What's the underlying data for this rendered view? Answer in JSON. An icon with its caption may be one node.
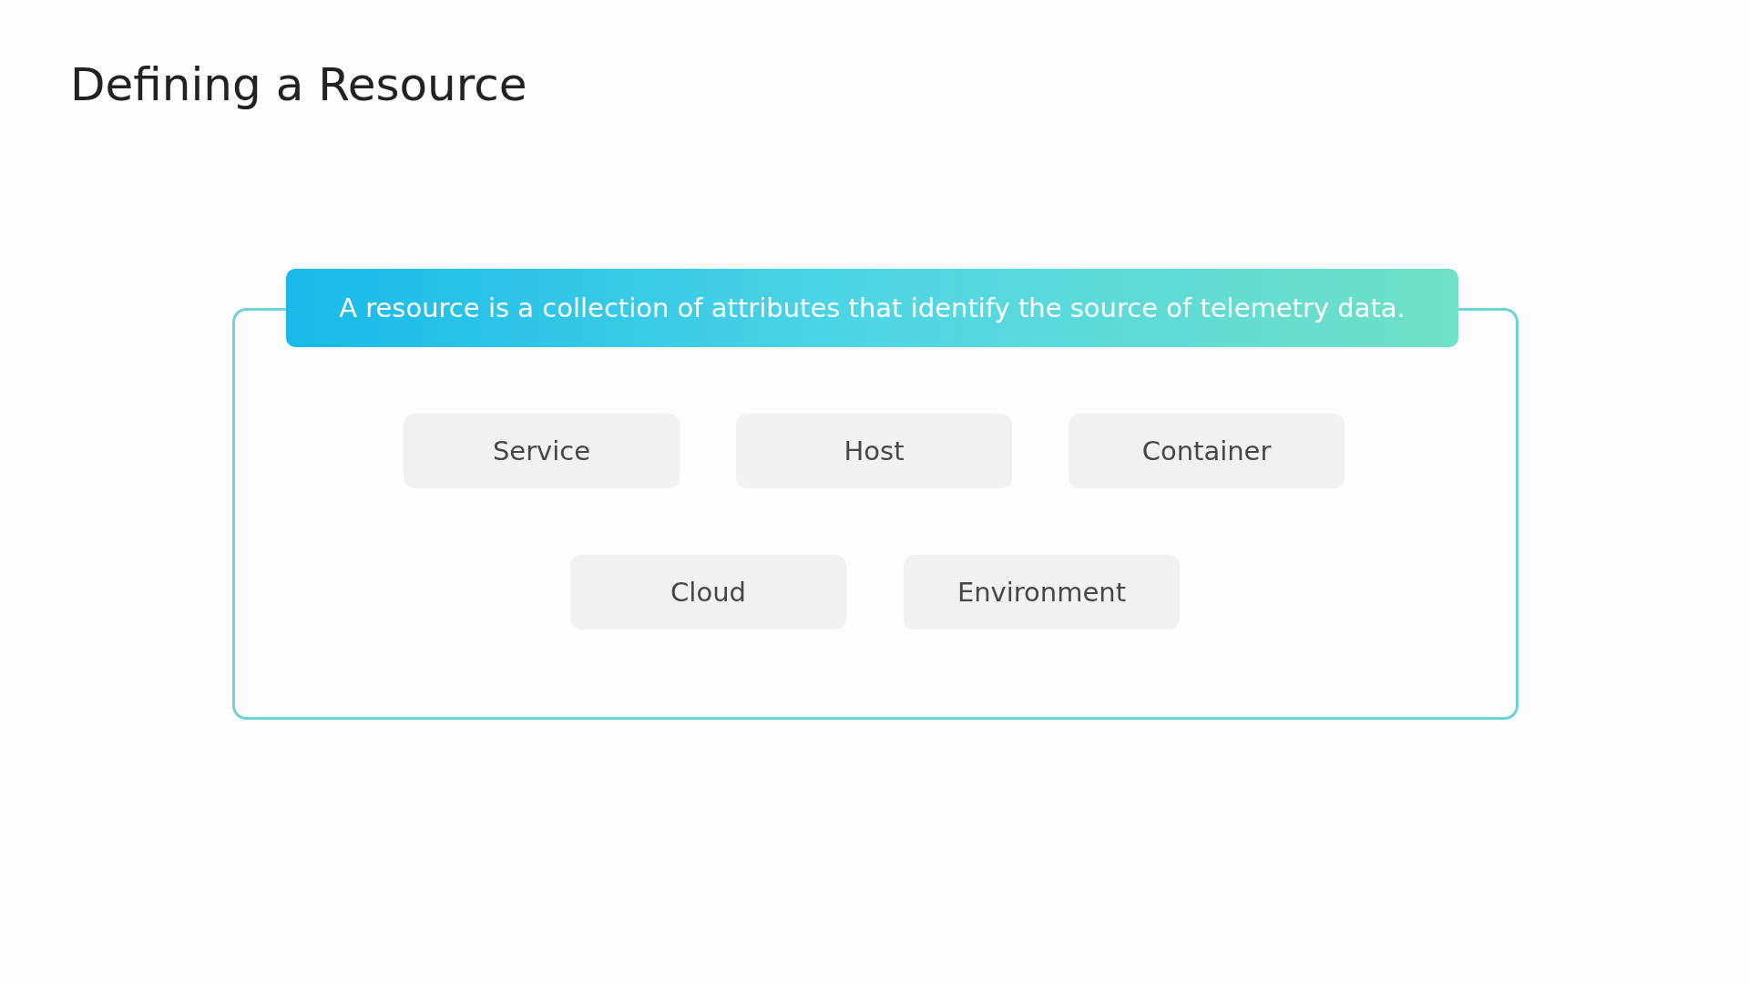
{
  "diagram": {
    "title": "Defining a Resource",
    "nodes": [
      {
        "text": [
          "A resource is a collection of attributes that identify the source of telemetry data."
        ]
      },
      {
        "text": [
          "Service"
        ],
        "in": 0
      },
      {
        "text": [
          "Host"
        ],
        "in": 0
      },
      {
        "text": [
          "Container"
        ],
        "in": 0
      },
      {
        "text": [
          "Cloud"
        ],
        "in": 0
      },
      {
        "text": [
          "Environment"
        ],
        "in": 0
      }
    ],
    "edges": []
  }
}
